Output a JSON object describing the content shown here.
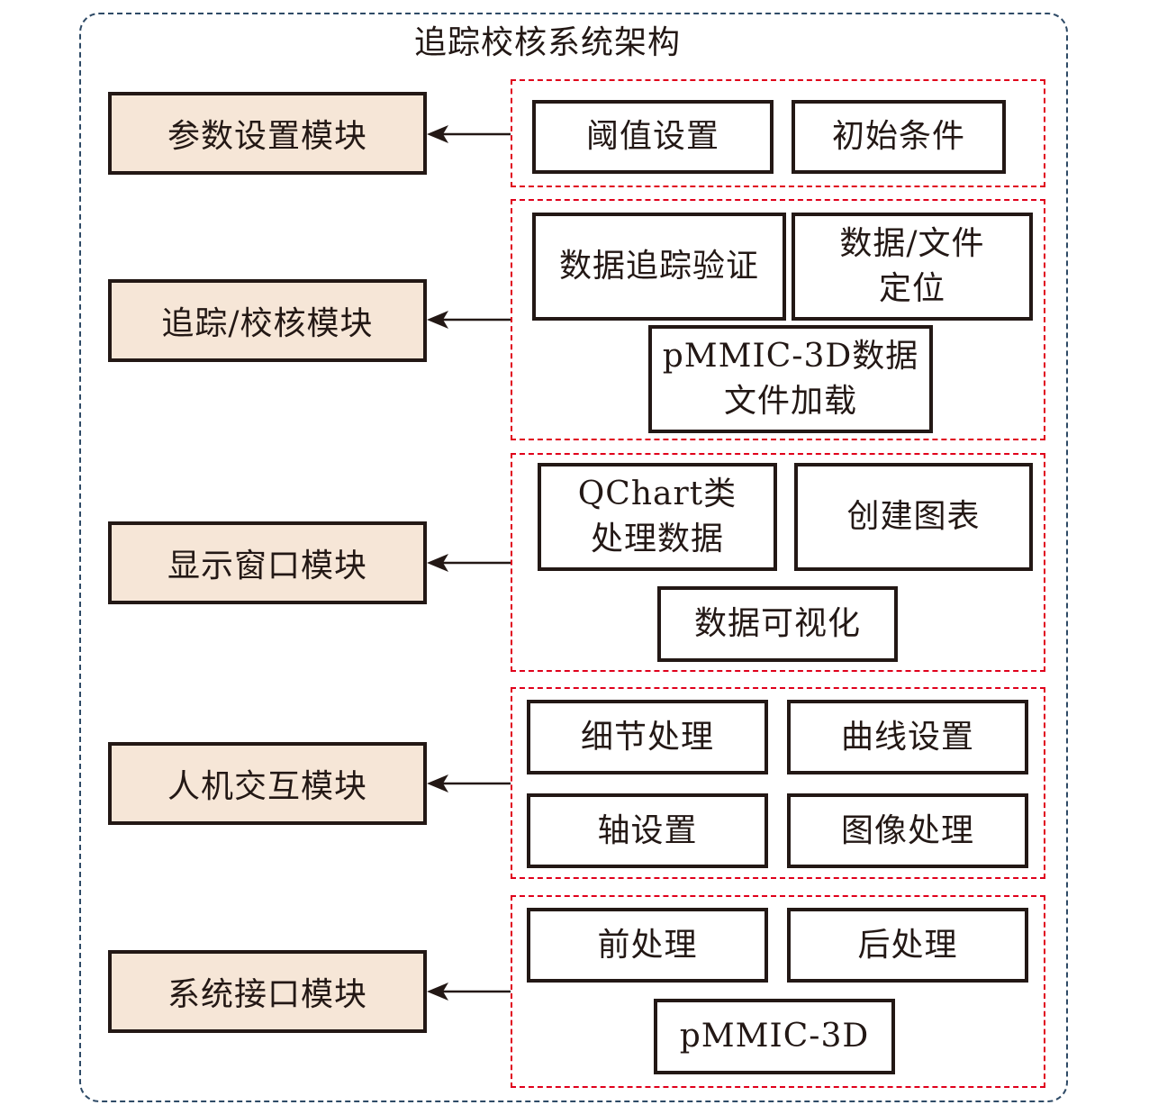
{
  "title": "追踪校核系统架构",
  "colors": {
    "outer_border": "#2e4a66",
    "group_border": "#e0001b",
    "module_fill": "#f6e6d7",
    "stroke": "#231815"
  },
  "modules": [
    {
      "label": "参数设置模块",
      "components": [
        "阈值设置",
        "初始条件"
      ]
    },
    {
      "label": "追踪/校核模块",
      "components": [
        "数据追踪验证",
        "数据/文件\n定位",
        "pMMIC-3D数据\n文件加载"
      ]
    },
    {
      "label": "显示窗口模块",
      "components": [
        "QChart类\n处理数据",
        "创建图表",
        "数据可视化"
      ]
    },
    {
      "label": "人机交互模块",
      "components": [
        "细节处理",
        "曲线设置",
        "轴设置",
        "图像处理"
      ]
    },
    {
      "label": "系统接口模块",
      "components": [
        "前处理",
        "后处理",
        "pMMIC-3D"
      ]
    }
  ]
}
